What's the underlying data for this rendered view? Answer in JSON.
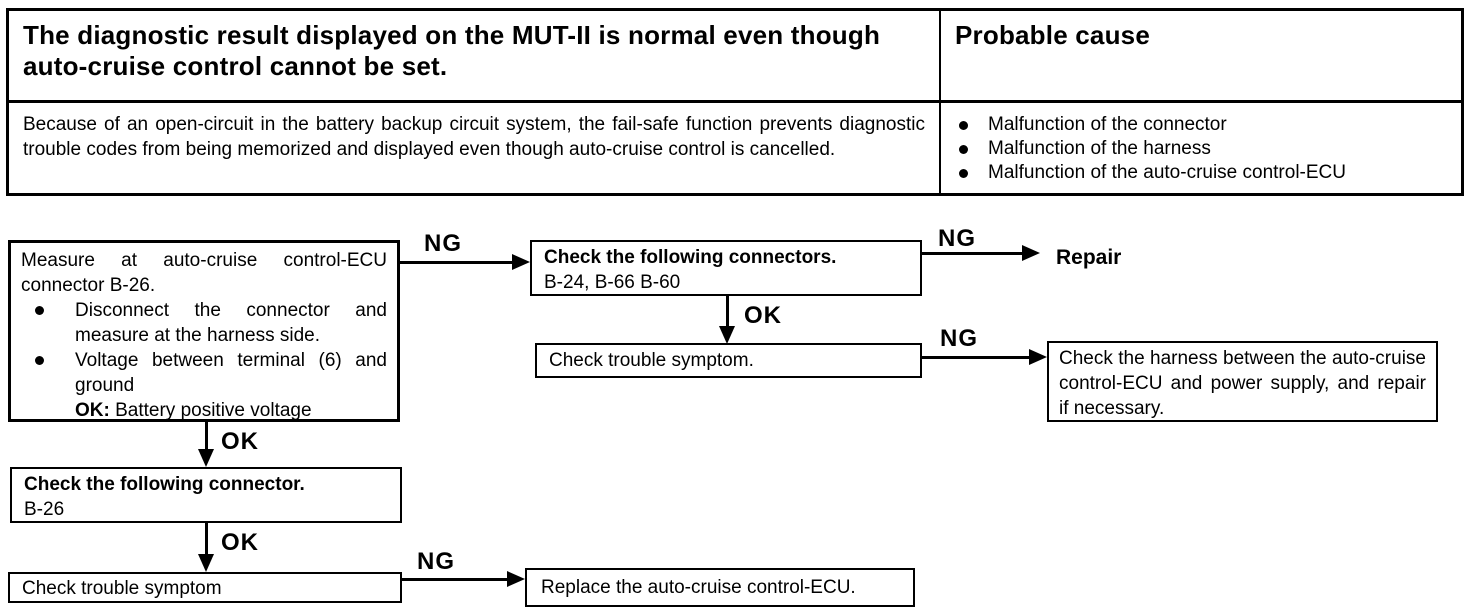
{
  "table": {
    "problem": "The diagnostic result displayed on the MUT-II is normal even though auto-cruise control cannot be set.",
    "probable_cause_header": "Probable cause",
    "description": "Because of an open-circuit in the battery backup circuit system, the fail-safe function prevents diagnostic trouble codes from being memorized and displayed even though auto-cruise control is cancelled.",
    "causes": [
      "Malfunction of the connector",
      "Malfunction of the harness",
      "Malfunction of the auto-cruise control-ECU"
    ]
  },
  "flow": {
    "measure_box": {
      "title": "Measure at auto-cruise control-ECU connector B-26.",
      "bullet1": "Disconnect the connector and measure at the harness side.",
      "bullet2": "Voltage between terminal (6) and ground",
      "ok_key": "OK:",
      "ok_value": "Battery positive voltage"
    },
    "connectors_box": {
      "title": "Check the following connectors.",
      "detail": "B-24, B-66 B-60"
    },
    "symptom1_box": "Check trouble symptom.",
    "harness_box": "Check the harness between the auto-cruise control-ECU and power supply, and repair if necessary.",
    "connector_box": {
      "title": "Check the following connector.",
      "detail": "B-26"
    },
    "symptom2_box": "Check trouble symptom",
    "replace_box": "Replace the auto-cruise control-ECU.",
    "repair_label": "Repair",
    "labels": {
      "ng": "NG",
      "ok": "OK"
    }
  },
  "colors": {
    "ink": "#000000",
    "paper": "#ffffff"
  }
}
